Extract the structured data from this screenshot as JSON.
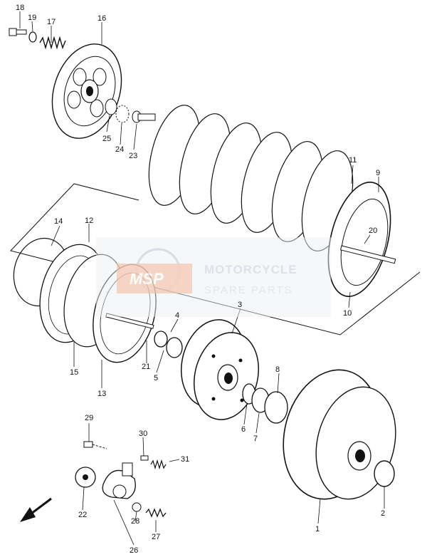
{
  "watermark": {
    "logo_text": "MSP",
    "title": "MOTORCYCLE",
    "subtitle": "SPARE PARTS"
  },
  "parts": [
    {
      "id": "part-1",
      "label": "1"
    },
    {
      "id": "part-2",
      "label": "2"
    },
    {
      "id": "part-3",
      "label": "3"
    },
    {
      "id": "part-4",
      "label": "4"
    },
    {
      "id": "part-5",
      "label": "5"
    },
    {
      "id": "part-6",
      "label": "6"
    },
    {
      "id": "part-7",
      "label": "7"
    },
    {
      "id": "part-8",
      "label": "8"
    },
    {
      "id": "part-9",
      "label": "9"
    },
    {
      "id": "part-10",
      "label": "10"
    },
    {
      "id": "part-11",
      "label": "11"
    },
    {
      "id": "part-12",
      "label": "12"
    },
    {
      "id": "part-13",
      "label": "13"
    },
    {
      "id": "part-14",
      "label": "14"
    },
    {
      "id": "part-15",
      "label": "15"
    },
    {
      "id": "part-16",
      "label": "16"
    },
    {
      "id": "part-17",
      "label": "17"
    },
    {
      "id": "part-18",
      "label": "18"
    },
    {
      "id": "part-19",
      "label": "19"
    },
    {
      "id": "part-20",
      "label": "20"
    },
    {
      "id": "part-21",
      "label": "21"
    },
    {
      "id": "part-22",
      "label": "22"
    },
    {
      "id": "part-23",
      "label": "23"
    },
    {
      "id": "part-24",
      "label": "24"
    },
    {
      "id": "part-25",
      "label": "25"
    },
    {
      "id": "part-26",
      "label": "26"
    },
    {
      "id": "part-27",
      "label": "27"
    },
    {
      "id": "part-28",
      "label": "28"
    },
    {
      "id": "part-29",
      "label": "29"
    },
    {
      "id": "part-30",
      "label": "30"
    },
    {
      "id": "part-31",
      "label": "31"
    }
  ]
}
